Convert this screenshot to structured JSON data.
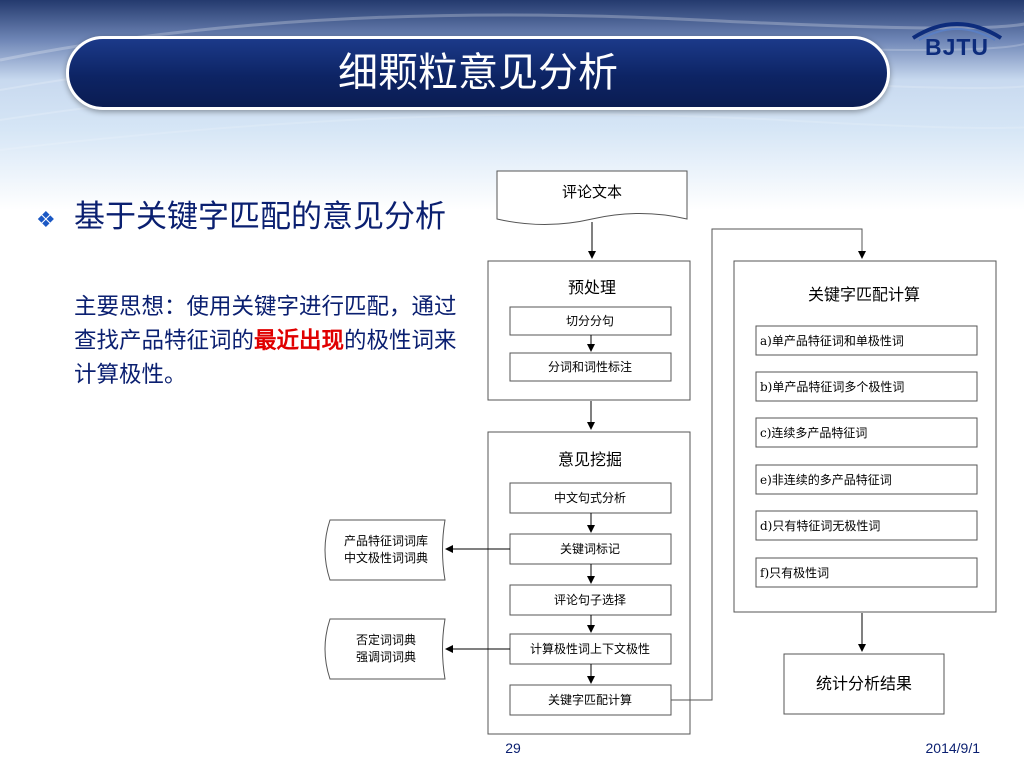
{
  "slide": {
    "title": "细颗粒意见分析",
    "logo_text": "BJTU",
    "bullet_heading": "基于关键字匹配的意见分析",
    "idea_before": "主要思想：使用关键字进行匹配，通过查找产品特征词的",
    "idea_highlight": "最近出现",
    "idea_after": "的极性词来计算极性。",
    "page_number": "29",
    "date": "2014/9/1"
  },
  "diagram": {
    "input_doc": "评论文本",
    "preprocess": {
      "title": "预处理",
      "steps": [
        "切分分句",
        "分词和词性标注"
      ]
    },
    "mining": {
      "title": "意见挖掘",
      "steps": [
        "中文句式分析",
        "关键词标记",
        "评论句子选择",
        "计算极性词上下文极性",
        "关键字匹配计算"
      ]
    },
    "dict1": [
      "产品特征词词库",
      "中文极性词词典"
    ],
    "dict2": [
      "否定词词典",
      "强调词词典"
    ],
    "keyword_calc": {
      "title": "关键字匹配计算",
      "cases": [
        "a)单产品特征词和单极性词",
        "b)单产品特征词多个极性词",
        "c)连续多产品特征词",
        "e)非连续的多产品特征词",
        "d)只有特征词无极性词",
        "f)只有极性词"
      ]
    },
    "result": "统计分析结果"
  },
  "colors": {
    "title_bar": "#0d2464",
    "text_blue": "#0a1f70",
    "highlight": "#e00000",
    "bullet": "#1b58c4"
  }
}
